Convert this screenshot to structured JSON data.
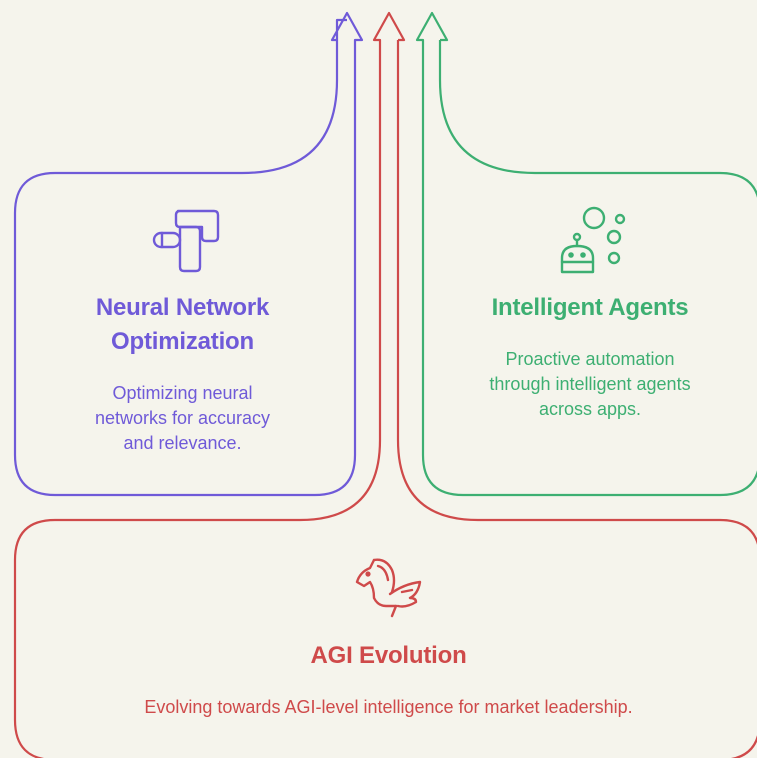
{
  "colors": {
    "purple": "#6f5ad8",
    "green": "#3daf72",
    "red": "#cf4a4a",
    "background": "#f5f4ec"
  },
  "cards": {
    "neural": {
      "icon": "neural-network-icon",
      "title_line1": "Neural Network",
      "title_line2": "Optimization",
      "desc_line1": "Optimizing neural",
      "desc_line2": "networks for accuracy",
      "desc_line3": "and relevance."
    },
    "agents": {
      "icon": "robot-bubbles-icon",
      "title": "Intelligent Agents",
      "desc_line1": "Proactive automation",
      "desc_line2": "through intelligent agents",
      "desc_line3": "across apps."
    },
    "agi": {
      "icon": "pegasus-icon",
      "title": "AGI Evolution",
      "desc": "Evolving towards AGI-level intelligence for market leadership."
    }
  }
}
